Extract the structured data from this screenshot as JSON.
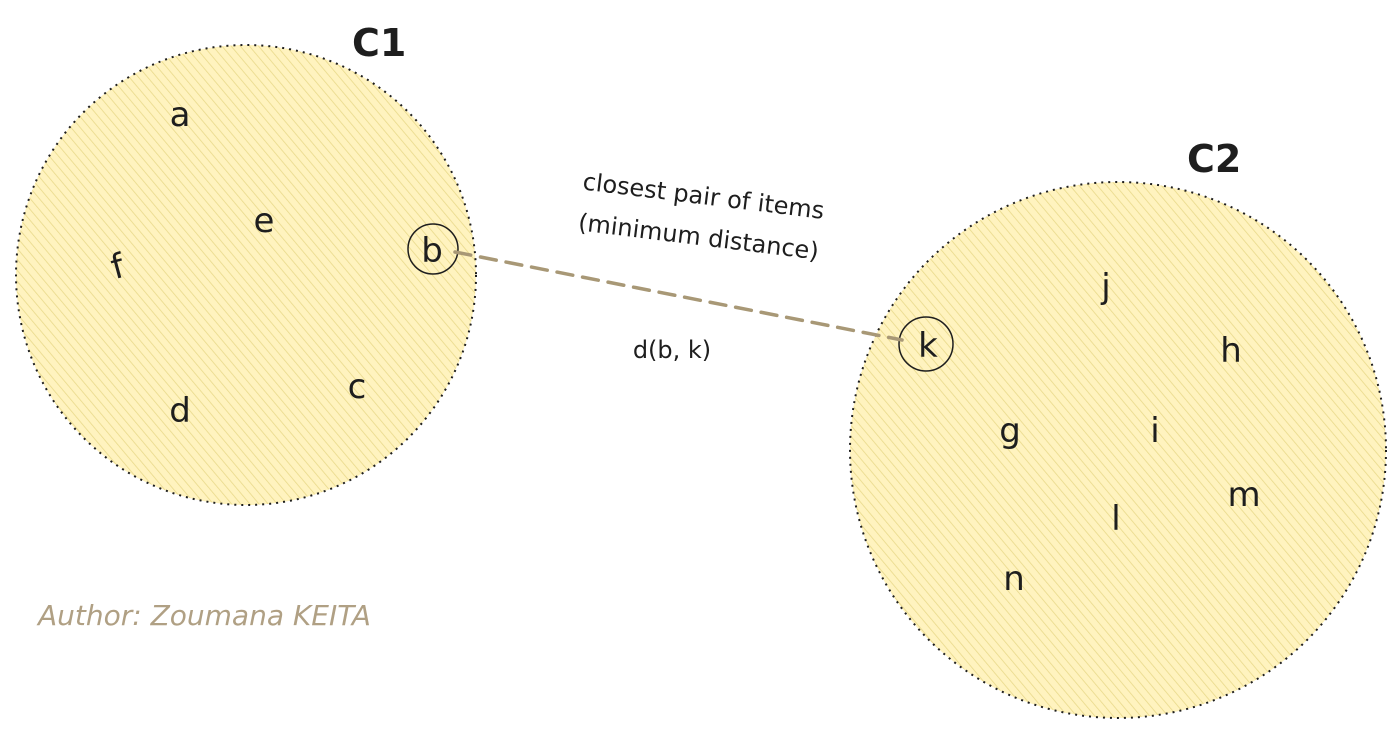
{
  "colors": {
    "cluster_fill": "#fff3bf",
    "cluster_hatch": "#e9d98a",
    "cluster_border": "#1e1e1e",
    "link_line": "#a89876",
    "text": "#1e1e1e",
    "author": "#b0a084"
  },
  "clusters": [
    {
      "title": "C1",
      "items": [
        "a",
        "e",
        "f",
        "b",
        "d",
        "c"
      ]
    },
    {
      "title": "C2",
      "items": [
        "j",
        "k",
        "h",
        "g",
        "i",
        "l",
        "m",
        "n"
      ]
    }
  ],
  "link": {
    "label": "d(b, k)",
    "annotation_line1": "closest pair of items",
    "annotation_line2": "(minimum distance)"
  },
  "author": "Author: Zoumana KEITA"
}
